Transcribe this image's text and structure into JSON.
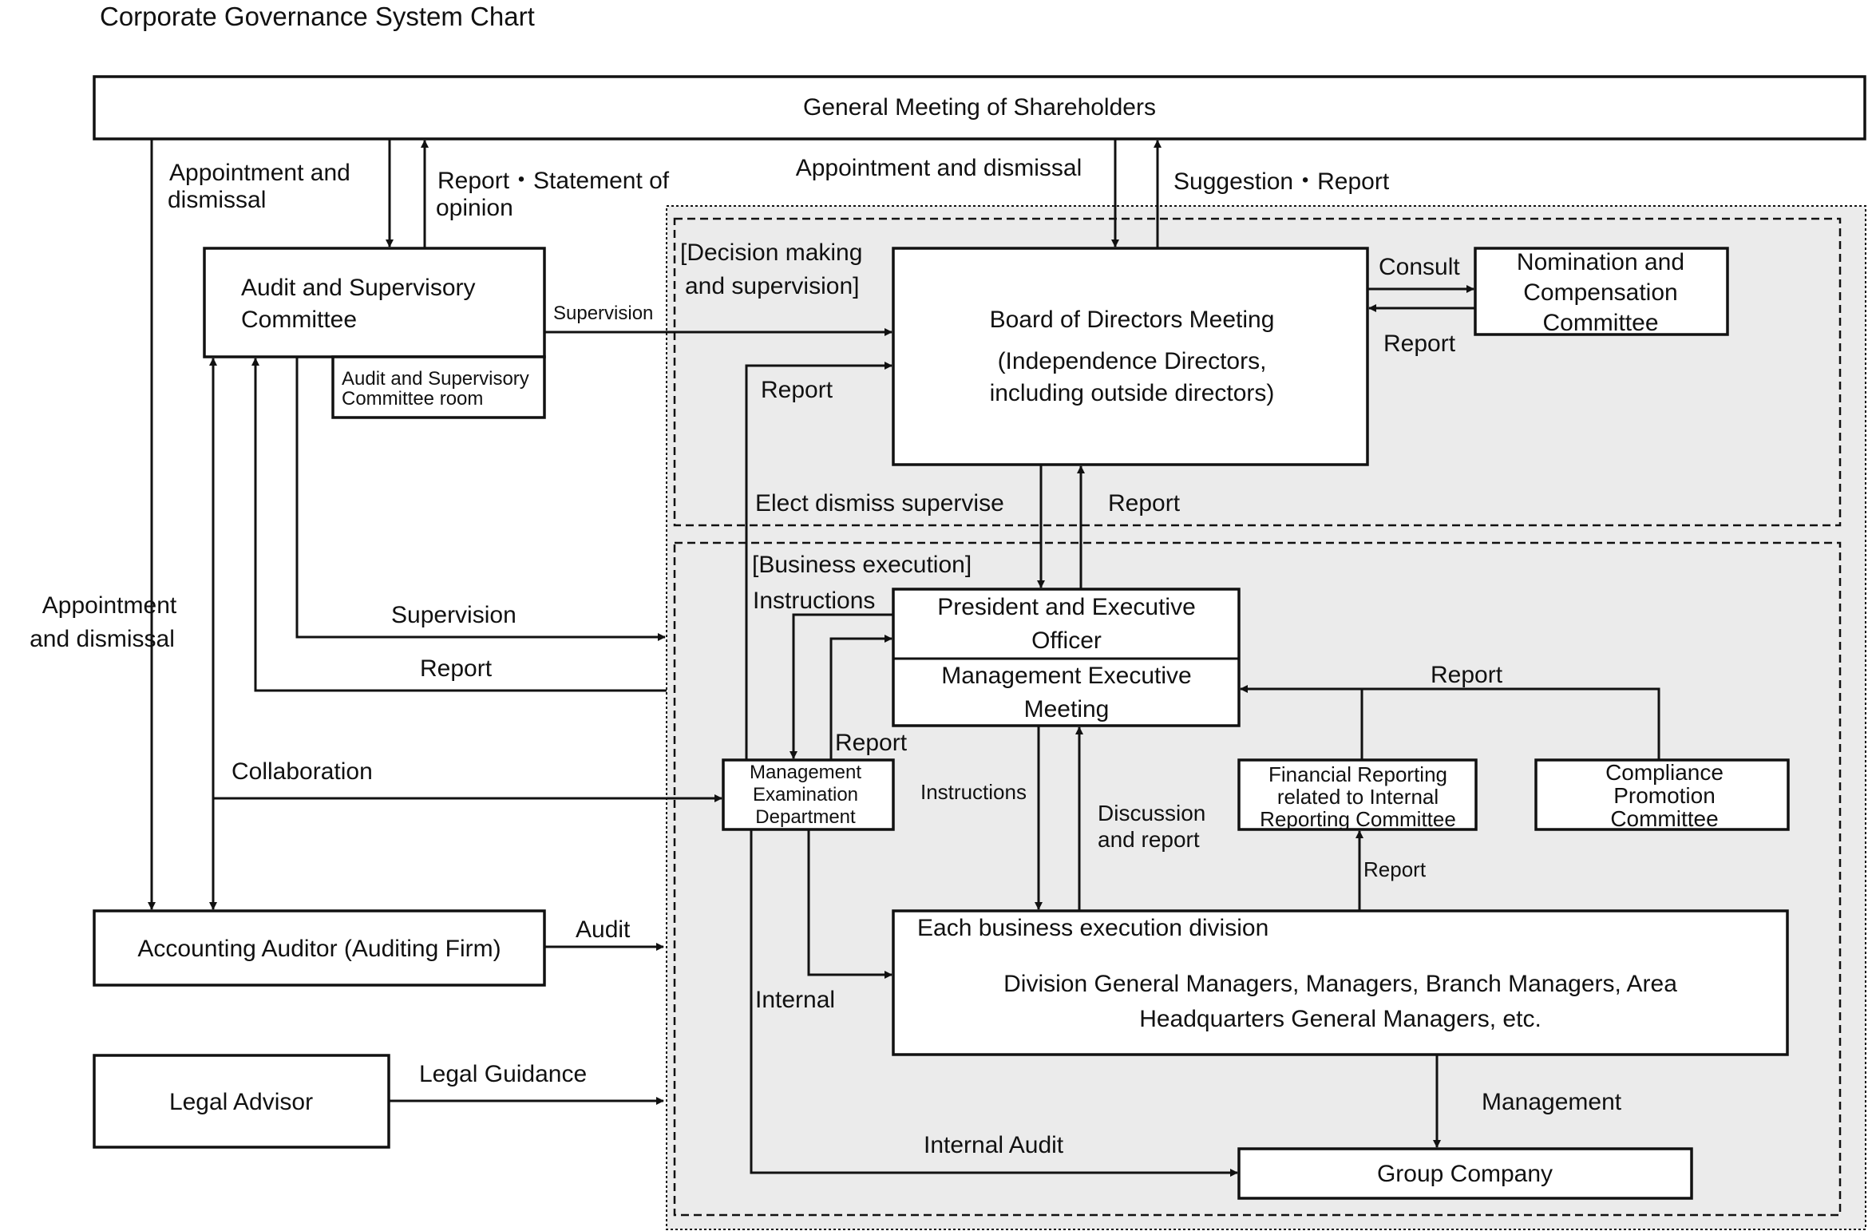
{
  "title": "Corporate Governance System Chart",
  "boxes": {
    "general_meeting": "General Meeting of Shareholders",
    "audit_committee": [
      "Audit and Supervisory",
      "Committee"
    ],
    "audit_committee_room": [
      "Audit and Supervisory",
      "Committee room"
    ],
    "board": [
      "Board of Directors Meeting",
      "(Independence Directors,",
      "including outside directors)"
    ],
    "nomination": [
      "Nomination and",
      "Compensation",
      "Committee"
    ],
    "president": [
      "President and Executive",
      "Officer"
    ],
    "management_meeting": [
      "Management Executive",
      "Meeting"
    ],
    "mgmt_exam": [
      "Management",
      "Examination",
      "Department"
    ],
    "financial_reporting": [
      "Financial Reporting",
      "related to Internal",
      "Reporting Committee"
    ],
    "compliance": [
      "Compliance",
      "Promotion",
      "Committee"
    ],
    "business_division": [
      "Each business execution division",
      "Division General Managers, Managers, Branch Managers, Area",
      "Headquarters General Managers, etc."
    ],
    "accounting_auditor": "Accounting Auditor (Auditing Firm)",
    "legal_advisor": "Legal Advisor",
    "group_company": "Group Company"
  },
  "sections": {
    "decision": [
      "[Decision making",
      "and supervision]"
    ],
    "business": "[Business execution]"
  },
  "labels": {
    "appoint_audit": [
      "Appointment and",
      "dismissal"
    ],
    "report_statement": [
      "Report・Statement of",
      "opinion"
    ],
    "appoint_board": "Appointment and dismissal",
    "suggestion_report": "Suggestion・Report",
    "consult": "Consult",
    "report_nomination": "Report",
    "supervision_board": "Supervision",
    "report_mgmt_board": "Report",
    "elect_dismiss": "Elect dismiss supervise",
    "report_president": "Report",
    "appoint_left": [
      "Appointment",
      "and dismissal"
    ],
    "supervision_business": "Supervision",
    "report_business": "Report",
    "instructions_top": "Instructions",
    "report_mgmt_exam": "Report",
    "collaboration": "Collaboration",
    "report_committees": "Report",
    "instructions_mid": "Instructions",
    "discussion": [
      "Discussion",
      "and report"
    ],
    "report_financial": "Report",
    "audit": "Audit",
    "internal": "Internal",
    "legal_guidance": "Legal Guidance",
    "management": "Management",
    "internal_audit": "Internal Audit"
  }
}
